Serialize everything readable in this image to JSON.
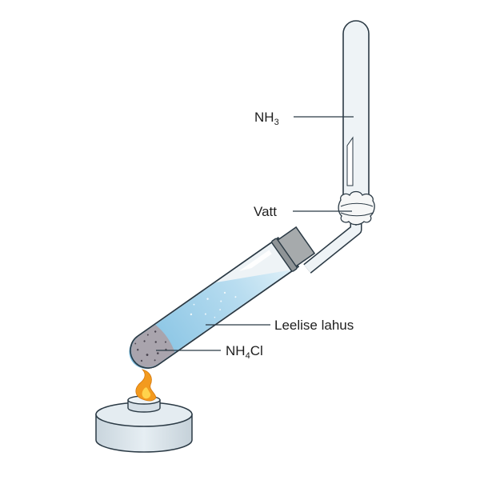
{
  "labels": {
    "nh3": {
      "main": "NH",
      "sub": "3",
      "suffix": ""
    },
    "cotton": "Vatt",
    "solution": "Leelise lahus",
    "nh4cl": {
      "main": "NH",
      "sub": "4",
      "suffix": "Cl"
    }
  },
  "colors": {
    "outline": "#2b3a45",
    "glass": "#e8eef2",
    "liquid": "#b8dcef",
    "liquid_dark": "#7fc0e2",
    "powder": "#a9a4ad",
    "flame": "#f39a1e",
    "flame_inner": "#ffd04a",
    "burner": "#dfe8ee",
    "burner_shade": "#c7d3db",
    "stopper": "#a6aaac"
  }
}
